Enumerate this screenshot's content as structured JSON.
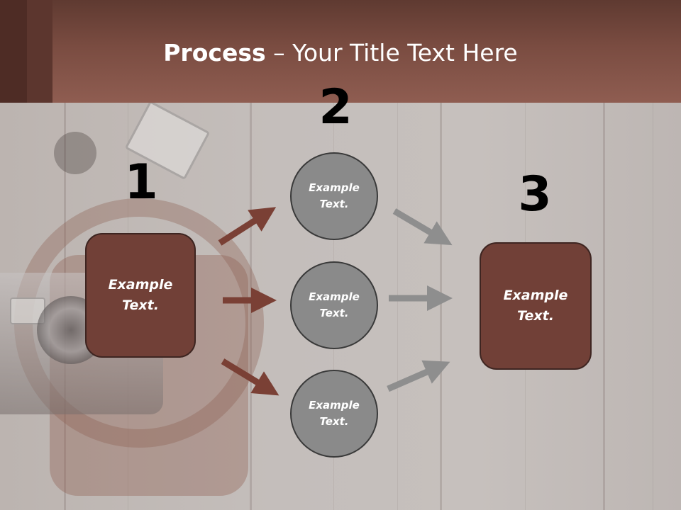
{
  "slide": {
    "title_bold": "Process",
    "title_rest": " – Your Title Text Here"
  },
  "steps": {
    "step1": {
      "number": "1",
      "label": "Example Text."
    },
    "step2": {
      "number": "2",
      "items": [
        {
          "label": "Example Text."
        },
        {
          "label": "Example Text."
        },
        {
          "label": "Example Text."
        }
      ]
    },
    "step3": {
      "number": "3",
      "label": "Example Text."
    }
  },
  "colors": {
    "box_fill": "#714037",
    "circle_fill": "#8a8a8a",
    "arrow_in": "#7a4035",
    "arrow_out": "#8e8e8e",
    "header": "#7a4c41"
  }
}
